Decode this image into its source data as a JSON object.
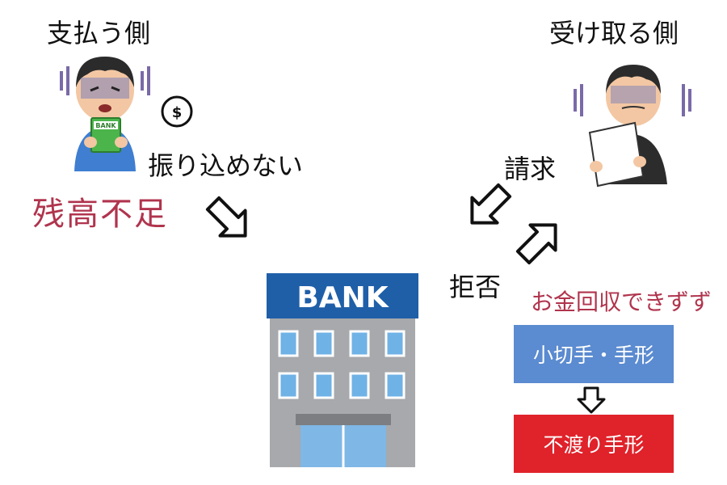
{
  "payer": {
    "title": "支払う側",
    "action": "振り込めない",
    "reason": "残高不足"
  },
  "receiver": {
    "title": "受け取る側",
    "action": "請求",
    "result": "お金回収できずず"
  },
  "bank": {
    "label": "BANK",
    "reject": "拒否"
  },
  "flow": {
    "box_top": "小切手・手形",
    "box_bottom": "不渡り手形"
  },
  "icons": [
    "worried-man-icon",
    "dollar-coin-icon",
    "bankbook-icon",
    "bank-building-icon",
    "sad-man-with-paper-icon",
    "arrow-icon"
  ],
  "colors": {
    "accent_text": "#b0344d",
    "box_blue": "#5b8bd0",
    "box_red": "#e0222a",
    "bank_sign": "#1f5fa8"
  }
}
